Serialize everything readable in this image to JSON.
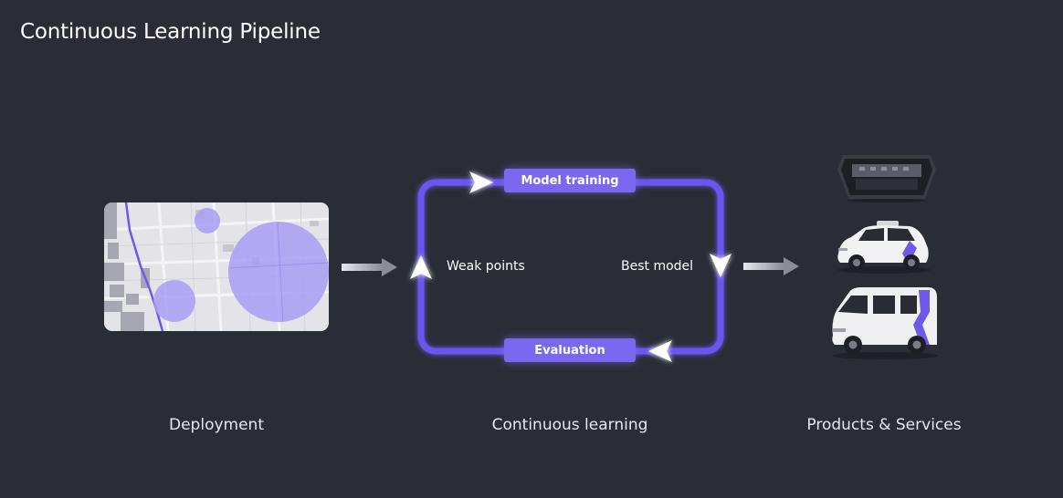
{
  "title": "Continuous Learning Pipeline",
  "stages": {
    "deployment": "Deployment",
    "continuous_learning": "Continuous learning",
    "products_services": "Products & Services"
  },
  "loop": {
    "top_pill": "Model training",
    "bottom_pill": "Evaluation",
    "left_label": "Weak points",
    "right_label": "Best model"
  },
  "colors": {
    "background": "#2a2d36",
    "accent": "#7b68f0",
    "accent_glow": "#8f7dff",
    "map_bg": "#e4e4e9",
    "map_circle": "#a89cf5"
  },
  "icons": {
    "deployment": "map-thumbnail",
    "products": [
      "sensor-unit-icon",
      "suv-car-icon",
      "van-icon"
    ]
  }
}
